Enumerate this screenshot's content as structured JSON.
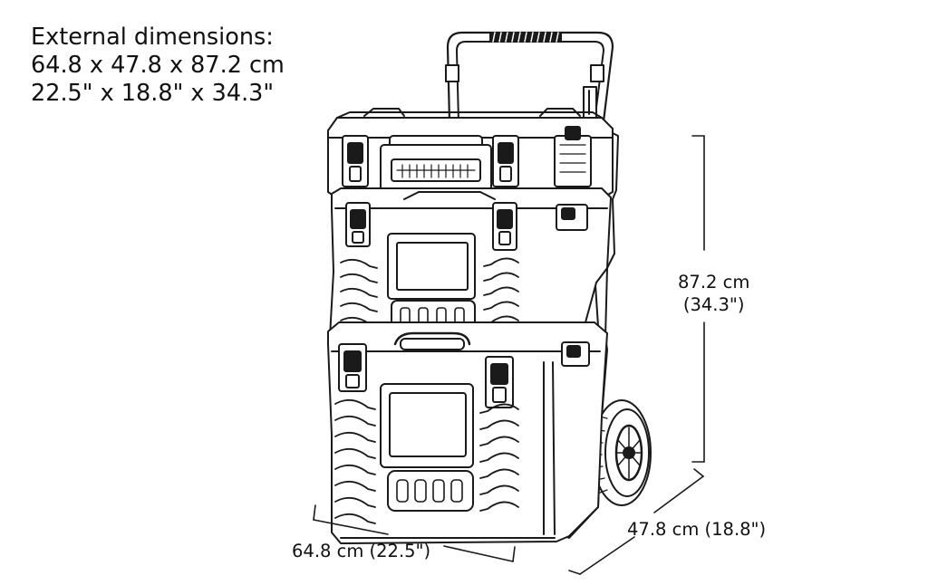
{
  "specs": {
    "heading": "External dimensions:",
    "metric": "64.8 x 47.8 x 87.2 cm",
    "imperial": "22.5\" x 18.8\" x 34.3\""
  },
  "dimensions": {
    "height_cm": "87.2 cm",
    "height_in": "(34.3\")",
    "width": "64.8 cm (22.5\")",
    "depth": "47.8 cm (18.8\")"
  },
  "colors": {
    "line": "#1a1a1a",
    "background": "#ffffff"
  }
}
